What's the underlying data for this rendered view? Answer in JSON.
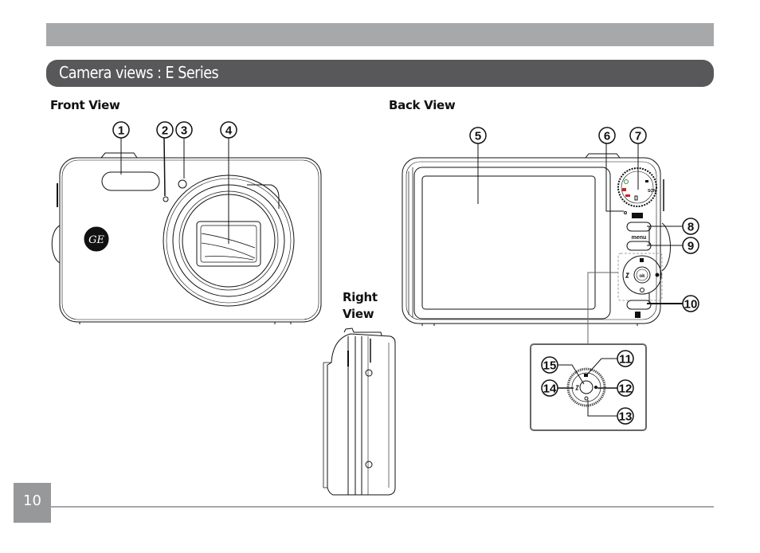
{
  "header": {
    "section_title": "Camera views : E Series"
  },
  "views": {
    "front": {
      "label": "Front View"
    },
    "back": {
      "label": "Back View"
    },
    "right": {
      "label_line1": "Right",
      "label_line2": "View"
    }
  },
  "callouts": {
    "front": [
      "1",
      "2",
      "3",
      "4"
    ],
    "back": [
      "5",
      "6",
      "7",
      "8",
      "9",
      "10"
    ],
    "navpad": [
      "11",
      "12",
      "13",
      "14",
      "15"
    ]
  },
  "button_labels": {
    "menu": "menu",
    "ok": "ok"
  },
  "logo": {
    "text": "GE"
  },
  "colors": {
    "top_bar": "#a7a8aa",
    "section_header": "#58585a",
    "page_box": "#97989a",
    "line": "#111111",
    "accent_red": "#cc2222",
    "accent_green": "#3a8a3a"
  },
  "footer": {
    "page_number": "10"
  }
}
